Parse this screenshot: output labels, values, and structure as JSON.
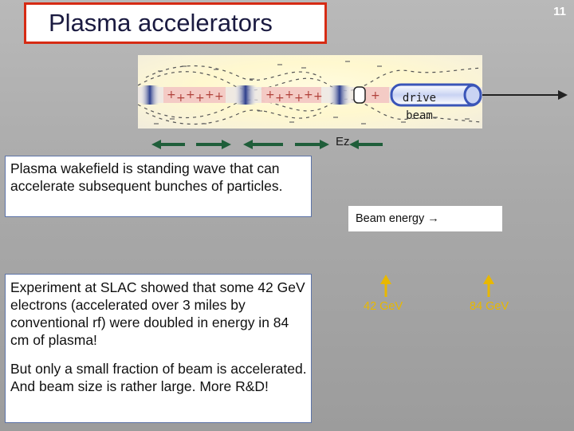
{
  "slide": {
    "title": "Plasma accelerators",
    "number": "11"
  },
  "diagram": {
    "drive_label_line1": "drive",
    "drive_label_line2": "beam",
    "field_label": "Ez"
  },
  "text_box_1": {
    "text": "Plasma wakefield is standing wave that can accelerate subsequent bunches of particles."
  },
  "text_box_2": {
    "paragraph_1": "Experiment at SLAC showed that some 42 GeV electrons (accelerated over 3 miles by conventional rf) were doubled in energy in 84 cm of plasma!",
    "paragraph_2": "But only a small fraction of beam is accelerated.  And beam size is rather large.  More R&D!"
  },
  "beam_energy": {
    "label": "Beam energy →",
    "low": "42 GeV",
    "high": "84 GeV"
  },
  "colors": {
    "title_border": "#d62b14",
    "beam_blue": "#3a55b8",
    "arrow_green": "#1f5e3a",
    "energy_gold": "#e8b800"
  }
}
